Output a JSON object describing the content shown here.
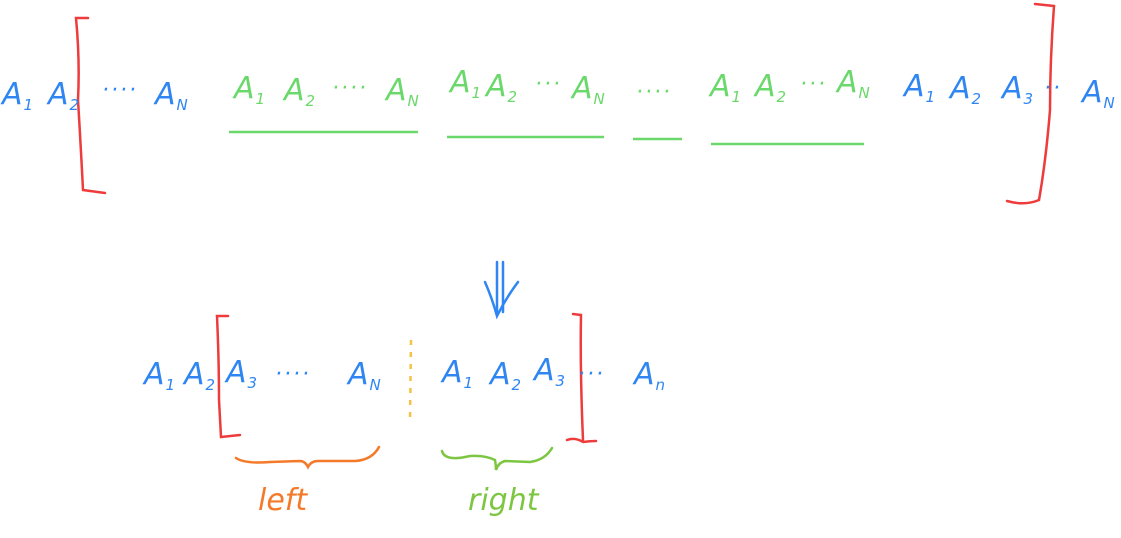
{
  "diagram": {
    "top_row": {
      "prefix": [
        {
          "base": "A",
          "sub": "1"
        },
        {
          "base": "A",
          "sub": "2"
        }
      ],
      "bracket_first": {
        "ellipsis": "····",
        "last": {
          "base": "A",
          "sub": "N"
        }
      },
      "groups": [
        {
          "items": [
            {
              "base": "A",
              "sub": "1"
            },
            {
              "base": "A",
              "sub": "2"
            }
          ],
          "ellipsis": "····",
          "last": {
            "base": "A",
            "sub": "N"
          }
        },
        {
          "items": [
            {
              "base": "A",
              "sub": "1"
            },
            {
              "base": "A",
              "sub": "2"
            }
          ],
          "ellipsis": "···",
          "last": {
            "base": "A",
            "sub": "N"
          }
        },
        {
          "items": [],
          "ellipsis": "····",
          "last": null
        },
        {
          "items": [
            {
              "base": "A",
              "sub": "1"
            },
            {
              "base": "A",
              "sub": "2"
            }
          ],
          "ellipsis": "···",
          "last": {
            "base": "A",
            "sub": "N"
          }
        }
      ],
      "tail_in_bracket": [
        {
          "base": "A",
          "sub": "1"
        },
        {
          "base": "A",
          "sub": "2"
        },
        {
          "base": "A",
          "sub": "3"
        }
      ],
      "after_bracket": {
        "ellipsis": "··",
        "last": {
          "base": "A",
          "sub": "N"
        }
      }
    },
    "arrow": "⇓",
    "bottom_row": {
      "prefix": [
        {
          "base": "A",
          "sub": "1"
        },
        {
          "base": "A",
          "sub": "2"
        }
      ],
      "left_part": {
        "first": {
          "base": "A",
          "sub": "3"
        },
        "ellipsis": "····",
        "last": {
          "base": "A",
          "sub": "N"
        }
      },
      "right_part": [
        {
          "base": "A",
          "sub": "1"
        },
        {
          "base": "A",
          "sub": "2"
        },
        {
          "base": "A",
          "sub": "3"
        }
      ],
      "after_bracket": {
        "ellipsis": "···",
        "last": {
          "base": "A",
          "sub": "n"
        }
      }
    },
    "labels": {
      "left": "left",
      "right": "right"
    },
    "colors": {
      "blue": "#2f86f2",
      "green": "#6ad86a",
      "red": "#ee3b3b",
      "orange": "#f47a2a",
      "yellow_dash": "#f5c242",
      "right_brace": "#7cc642"
    }
  }
}
